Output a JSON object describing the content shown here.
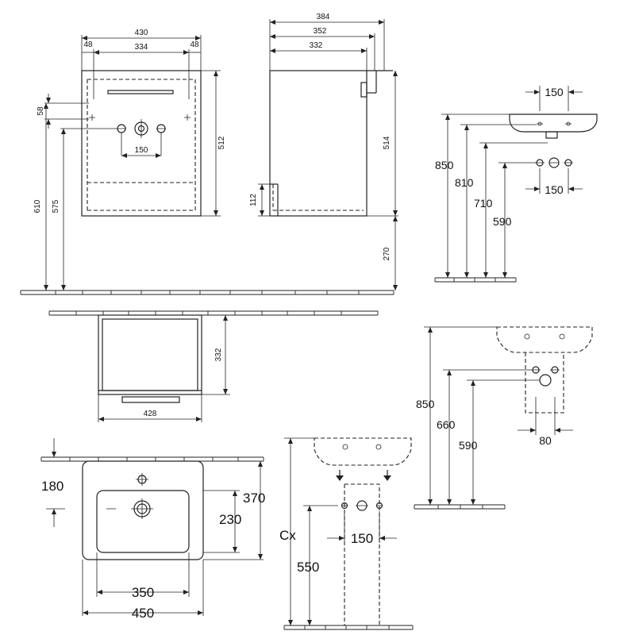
{
  "views": {
    "front": {
      "w430": "430",
      "w48a": "48",
      "w48b": "48",
      "w334": "334",
      "h58": "58",
      "h150": "150",
      "h512": "512",
      "h610": "610",
      "h575": "575"
    },
    "side": {
      "w384": "384",
      "w352": "352",
      "w332": "332",
      "h514": "514",
      "h112": "112",
      "h270": "270"
    },
    "basin_side": {
      "w150a": "150",
      "w150b": "150",
      "h850": "850",
      "h810": "810",
      "h710": "710",
      "h590": "590"
    },
    "top": {
      "h332": "332",
      "w428": "428"
    },
    "siphon_side": {
      "h850": "850",
      "h660": "660",
      "h590": "590",
      "w80": "80"
    },
    "basin_top": {
      "h180": "180",
      "h370": "370",
      "h230": "230",
      "w350": "350",
      "w450": "450"
    },
    "pedestal": {
      "cx": "Cx",
      "h550": "550",
      "w150": "150"
    }
  }
}
